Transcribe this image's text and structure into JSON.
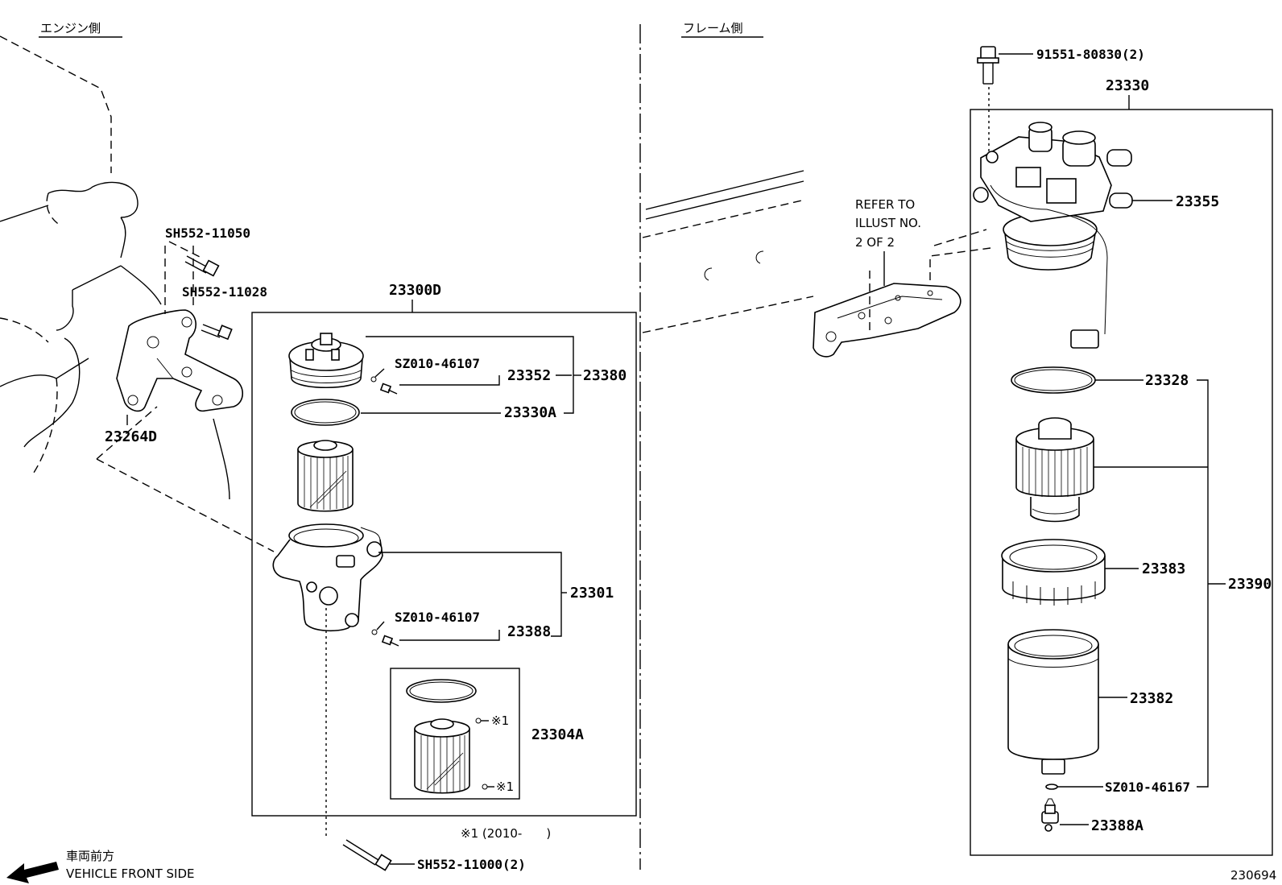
{
  "headers": {
    "engine_side": "エンジン側",
    "frame_side": "フレーム側"
  },
  "labels": {
    "p23300D": "23300D",
    "p23264D": "23264D",
    "sh552_11050": "SH552-11050",
    "sh552_11028": "SH552-11028",
    "sz010_46107_a": "SZ010-46107",
    "p23352": "23352",
    "p23380": "23380",
    "p23330A": "23330A",
    "p23301": "23301",
    "sz010_46107_b": "SZ010-46107",
    "p23388": "23388",
    "mark1_a": "※1",
    "mark1_b": "※1",
    "p23304A": "23304A",
    "note_2010": "※1 (2010-　　)",
    "sh552_11000": "SH552-11000(2)",
    "p91551": "91551-80830(2)",
    "p23330": "23330",
    "p23355": "23355",
    "p23328": "23328",
    "p23383": "23383",
    "p23390": "23390",
    "p23382": "23382",
    "sz010_46167": "SZ010-46167",
    "p23388A": "23388A"
  },
  "refer": {
    "line1": "REFER TO",
    "line2": "ILLUST NO.",
    "line3": "2 OF 2"
  },
  "footer": {
    "jp": "車両前方",
    "en": "VEHICLE FRONT SIDE",
    "code": "230694"
  }
}
